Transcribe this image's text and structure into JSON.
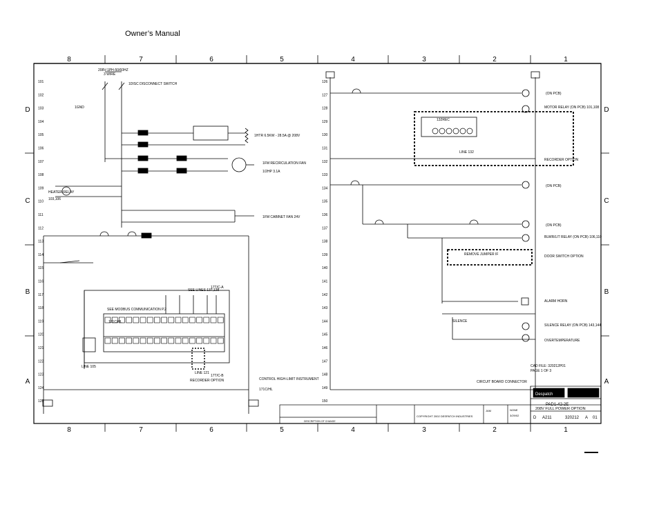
{
  "header": {
    "title": "Owner’s Manual"
  },
  "zones": {
    "columns": [
      "8",
      "7",
      "6",
      "5",
      "4",
      "3",
      "2",
      "1"
    ],
    "rows": [
      "D",
      "C",
      "B",
      "A"
    ]
  },
  "left_rungs": [
    "101",
    "102",
    "103",
    "104",
    "105",
    "106",
    "107",
    "108",
    "109",
    "110",
    "111",
    "112",
    "113",
    "114",
    "115",
    "116",
    "117",
    "118",
    "119",
    "120",
    "121",
    "122",
    "123",
    "124",
    "125"
  ],
  "right_rungs": [
    "126",
    "127",
    "128",
    "129",
    "130",
    "131",
    "132",
    "133",
    "134",
    "135",
    "136",
    "137",
    "138",
    "139",
    "140",
    "141",
    "142",
    "143",
    "144",
    "145",
    "146",
    "147",
    "148",
    "149",
    "150"
  ],
  "labels": {
    "supply": "208V-1PH-50/60HZ",
    "supply2": "3 WIRE",
    "disconnect": "1DISC DISCONNECT SWITCH",
    "ground": "1GND",
    "heater": "1HTR 6.5KW - 28.5A @ 208V",
    "recirc_fan": "1FM RECIRCULATION FAN",
    "recirc_fan2": "1/2HP 3.1A",
    "cabinet_fan": "1FM CABINET FAN 24V",
    "heater_relay": "HEATER RELAY",
    "heater_relay_ref": "103,106",
    "modbus": "SEE MODBUS COMMUNICATION P.2",
    "controller": "121C/HL",
    "see_lines": "SEE LINES 137,138",
    "recorder_left": "RECORDER OPTION",
    "control_title": "CONTROL HIGH-LIMIT INSTRUMENT",
    "control_ref": "171C/HL",
    "line_ref_left": "LINE 105",
    "line_ref_right": "LINE 121",
    "door_switch_a": "17T/C-A",
    "door_switch_b": "17T/C-B",
    "on_pcb_1": "(ON PCB)",
    "on_pcb_2": "(ON PCB)",
    "on_pcb_3": "(ON PCB)",
    "motor_relay": "MOTOR RELAY (ON PCB) 101,108",
    "recorder_right": "RECORDER OPTION",
    "recorder_box": "132REC",
    "line_132": "LINE 132",
    "blower_relay": "BLWR/LIT RELAY (ON PCB) 106,110",
    "door_switch": "DOOR SWITCH OPTION",
    "remove_jumper": "REMOVE JUMPER IF",
    "alarm": "ALARM HORN",
    "silence": "SILENCE RELAY (ON PCB) 143,144",
    "silence_pb": "SILENCE",
    "overtemp": "OVERTEMPERATURE",
    "cad_file": "CAD FILE: 320212P01",
    "page": "PAGE 1 OF 3",
    "connector_legend": "CIRCUIT BOARD CONNECTOR",
    "brand": "Despatch",
    "model": "PAD1-42-2E",
    "option": "208V FULL POWER OPTION",
    "drawing_no": "320212",
    "size": "D",
    "sheet_code": "A211",
    "rev": "A",
    "sheet": "01",
    "copyright": "COPYRIGHT 2002 DESPATCH INDUSTRIES",
    "drawn": "JAM",
    "date": "3/29/02",
    "scale": "NONE",
    "revision_desc": "DESCRIPTION OF CHANGE",
    "rung_124": "124",
    "rung_125": "125"
  }
}
